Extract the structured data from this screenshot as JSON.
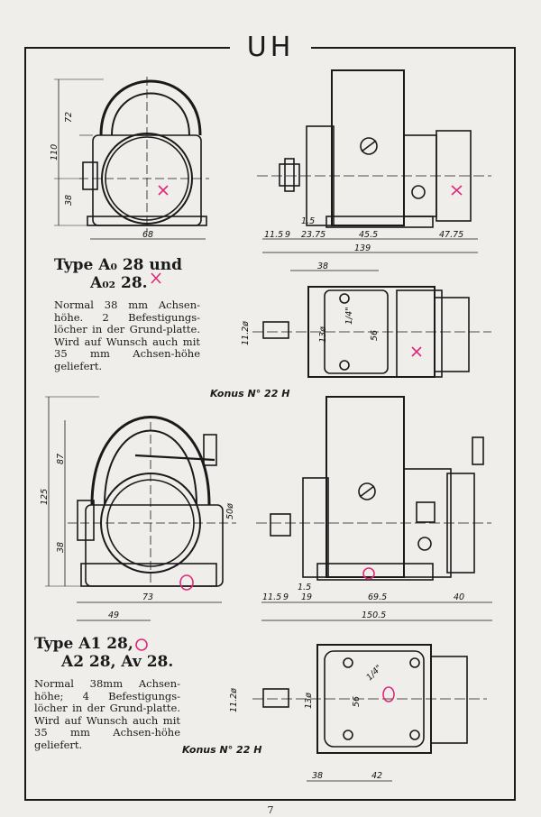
{
  "header": {
    "brand": "UH"
  },
  "section1": {
    "type_line1": "Type A₀ 28 und",
    "type_line2": "A₀₂ 28.",
    "description": "Normal 38 mm Achsen-höhe. 2 Befestigungs-löcher in der Grund-platte. Wird auf Wunsch auch mit 35 mm Achsen-höhe geliefert."
  },
  "section2": {
    "type_line1": "Type A1 28,",
    "type_line2": "A2 28, Av 28.",
    "description": "Normal 38mm Achsen-höhe; 4 Befestigungs-löcher in der Grund-platte. Wird auf Wunsch auch mit 35 mm Achsen-höhe geliefert."
  },
  "konus_labels": {
    "top": "Konus N° 22 H",
    "bottom": "Konus N° 22 H"
  },
  "dimensions": {
    "top_front": {
      "height_total": "110",
      "height_top": "72",
      "height_axis": "38",
      "width": "68"
    },
    "top_side": {
      "d1": "11.5",
      "d2": "9",
      "d3": "23.75",
      "d4": "45.5",
      "d5": "47.75",
      "total": "139",
      "small": "1.5"
    },
    "top_plan": {
      "depth": "38",
      "dia1": "11.2ø",
      "dia2": "13ø",
      "slot": "56",
      "fraction": "1/4\""
    },
    "bottom_front": {
      "height_total": "125",
      "height_top": "87",
      "height_axis": "38",
      "w1": "73",
      "w2": "49",
      "dia": "50ø"
    },
    "bottom_side": {
      "d1": "11.5",
      "d2": "9",
      "d3": "19",
      "d4": "69.5",
      "d5": "40",
      "total": "150.5",
      "small": "1.5"
    },
    "bottom_plan": {
      "d1": "38",
      "d2": "42",
      "dia1": "11.2ø",
      "dia2": "13ø",
      "slot": "56",
      "fraction": "1/4\""
    }
  },
  "page_number": "7"
}
